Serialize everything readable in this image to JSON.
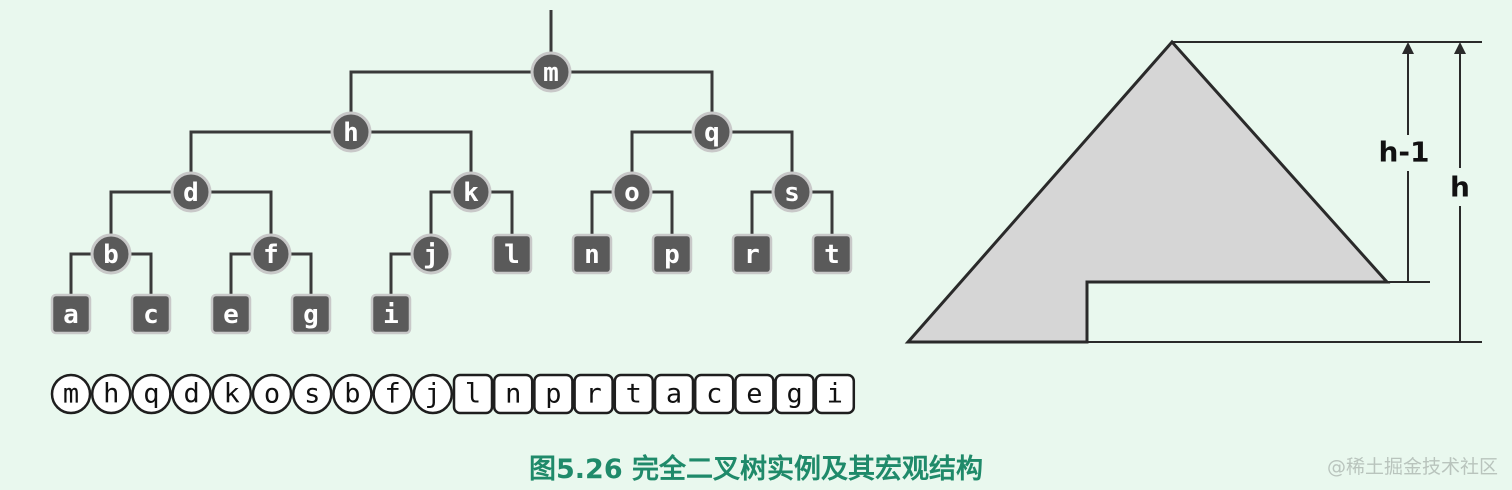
{
  "tree": {
    "nodes": [
      {
        "id": "m",
        "label": "m",
        "shape": "circle"
      },
      {
        "id": "h",
        "label": "h",
        "shape": "circle"
      },
      {
        "id": "q",
        "label": "q",
        "shape": "circle"
      },
      {
        "id": "d",
        "label": "d",
        "shape": "circle"
      },
      {
        "id": "k",
        "label": "k",
        "shape": "circle"
      },
      {
        "id": "o",
        "label": "o",
        "shape": "circle"
      },
      {
        "id": "s",
        "label": "s",
        "shape": "circle"
      },
      {
        "id": "b",
        "label": "b",
        "shape": "circle"
      },
      {
        "id": "f",
        "label": "f",
        "shape": "circle"
      },
      {
        "id": "j",
        "label": "j",
        "shape": "circle"
      },
      {
        "id": "l",
        "label": "l",
        "shape": "rect"
      },
      {
        "id": "n",
        "label": "n",
        "shape": "rect"
      },
      {
        "id": "p",
        "label": "p",
        "shape": "rect"
      },
      {
        "id": "r",
        "label": "r",
        "shape": "rect"
      },
      {
        "id": "t",
        "label": "t",
        "shape": "rect"
      },
      {
        "id": "a",
        "label": "a",
        "shape": "rect"
      },
      {
        "id": "c",
        "label": "c",
        "shape": "rect"
      },
      {
        "id": "e",
        "label": "e",
        "shape": "rect"
      },
      {
        "id": "g",
        "label": "g",
        "shape": "rect"
      },
      {
        "id": "i",
        "label": "i",
        "shape": "rect"
      }
    ],
    "edges": [
      [
        "m",
        "h"
      ],
      [
        "m",
        "q"
      ],
      [
        "h",
        "d"
      ],
      [
        "h",
        "k"
      ],
      [
        "q",
        "o"
      ],
      [
        "q",
        "s"
      ],
      [
        "d",
        "b"
      ],
      [
        "d",
        "f"
      ],
      [
        "k",
        "j"
      ],
      [
        "k",
        "l"
      ],
      [
        "o",
        "n"
      ],
      [
        "o",
        "p"
      ],
      [
        "s",
        "r"
      ],
      [
        "s",
        "t"
      ],
      [
        "b",
        "a"
      ],
      [
        "b",
        "c"
      ],
      [
        "f",
        "e"
      ],
      [
        "f",
        "g"
      ],
      [
        "j",
        "i"
      ]
    ]
  },
  "array": {
    "circled": [
      "m",
      "h",
      "q",
      "d",
      "k",
      "o",
      "s",
      "b",
      "f",
      "j"
    ],
    "boxed": [
      "l",
      "n",
      "p",
      "r",
      "t",
      "a",
      "c",
      "e",
      "g",
      "i"
    ]
  },
  "macro": {
    "label_inner": "h-1",
    "label_outer": "h"
  },
  "caption": "图5.26 完全二叉树实例及其宏观结构",
  "watermark": "@稀土掘金技术社区",
  "colors": {
    "background": "#e9f8ee",
    "node_fill": "#5a5a5a",
    "caption": "#1f8a6a",
    "triangle_fill": "#d6d6d6"
  }
}
